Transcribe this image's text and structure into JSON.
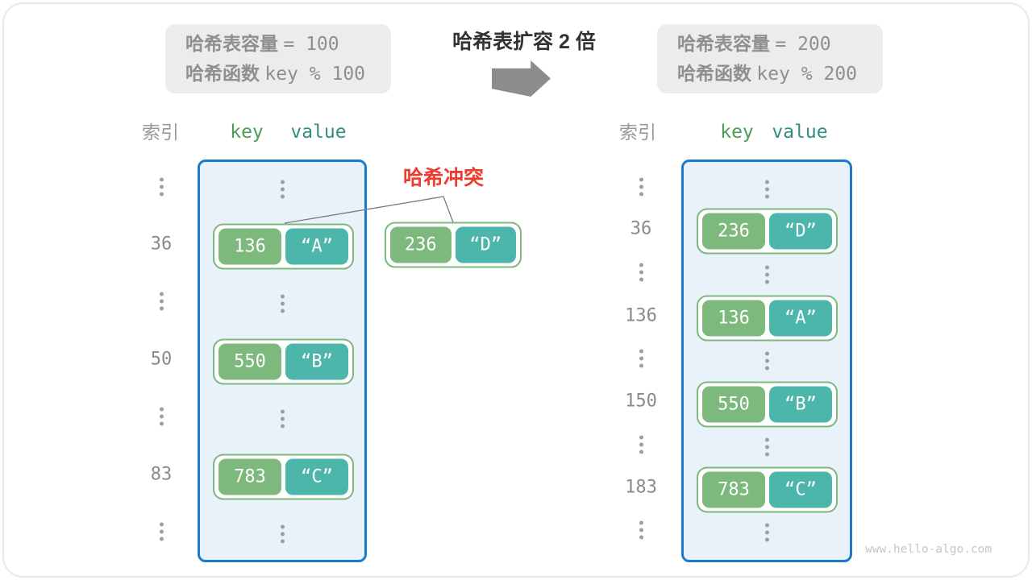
{
  "panels": {
    "before": {
      "capacity_label": "哈希表容量",
      "capacity_value": "= 100",
      "function_label": "哈希函数",
      "function_value": "key % 100"
    },
    "after": {
      "capacity_label": "哈希表容量",
      "capacity_value": "= 200",
      "function_label": "哈希函数",
      "function_value": "key % 200"
    }
  },
  "title": "哈希表扩容 2 倍",
  "headers": {
    "index": "索引",
    "key": "key",
    "value": "value"
  },
  "collision": {
    "label": "哈希冲突",
    "pair": {
      "key": "236",
      "value": "“D”"
    }
  },
  "tables": {
    "before": {
      "rows": [
        {
          "type": "dots"
        },
        {
          "type": "pair",
          "index": "36",
          "key": "136",
          "value": "“A”"
        },
        {
          "type": "dots"
        },
        {
          "type": "pair",
          "index": "50",
          "key": "550",
          "value": "“B”"
        },
        {
          "type": "dots"
        },
        {
          "type": "pair",
          "index": "83",
          "key": "783",
          "value": "“C”"
        },
        {
          "type": "dots"
        }
      ]
    },
    "after": {
      "rows": [
        {
          "type": "dots"
        },
        {
          "type": "pair",
          "index": "36",
          "key": "236",
          "value": "“D”"
        },
        {
          "type": "dots"
        },
        {
          "type": "pair",
          "index": "136",
          "key": "136",
          "value": "“A”"
        },
        {
          "type": "dots"
        },
        {
          "type": "pair",
          "index": "150",
          "key": "550",
          "value": "“B”"
        },
        {
          "type": "dots"
        },
        {
          "type": "pair",
          "index": "183",
          "key": "783",
          "value": "“C”"
        },
        {
          "type": "dots"
        }
      ]
    }
  },
  "watermark": "www.hello-algo.com",
  "colors": {
    "table_border_blue": "#1b79d0",
    "table_fill_blue": "#e9f2fb",
    "key_green": "#7db87d",
    "value_teal": "#4db6aa",
    "header_key_green": "#4c9b57",
    "header_value_teal": "#2e8f80",
    "collision_red": "#ee3b2f",
    "panel_gray": "#ececec",
    "arrow_gray": "#8c8c8c"
  }
}
